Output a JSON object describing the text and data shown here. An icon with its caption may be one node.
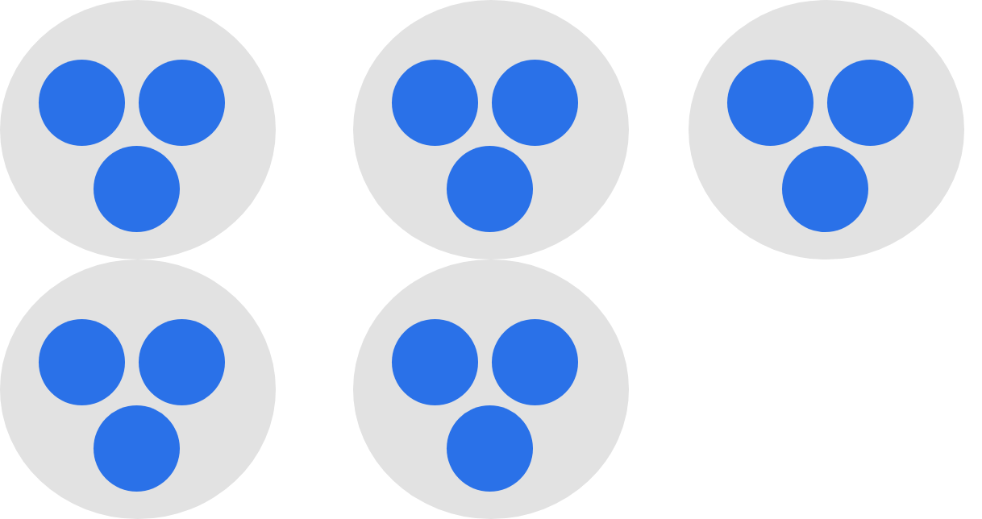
{
  "diagram": {
    "nodes": [
      {
        "text": [],
        "shape": "ellipse"
      },
      {
        "text": [],
        "shape": "circle",
        "in": 0
      },
      {
        "text": [],
        "shape": "circle",
        "in": 0
      },
      {
        "text": [],
        "shape": "circle",
        "in": 0
      },
      {
        "text": [],
        "shape": "ellipse"
      },
      {
        "text": [],
        "shape": "circle",
        "in": 4
      },
      {
        "text": [],
        "shape": "circle",
        "in": 4
      },
      {
        "text": [],
        "shape": "circle",
        "in": 4
      },
      {
        "text": [],
        "shape": "ellipse"
      },
      {
        "text": [],
        "shape": "circle",
        "in": 8
      },
      {
        "text": [],
        "shape": "circle",
        "in": 8
      },
      {
        "text": [],
        "shape": "circle",
        "in": 8
      },
      {
        "text": [],
        "shape": "ellipse"
      },
      {
        "text": [],
        "shape": "circle",
        "in": 12
      },
      {
        "text": [],
        "shape": "circle",
        "in": 12
      },
      {
        "text": [],
        "shape": "circle",
        "in": 12
      },
      {
        "text": [],
        "shape": "ellipse"
      },
      {
        "text": [],
        "shape": "circle",
        "in": 16
      },
      {
        "text": [],
        "shape": "circle",
        "in": 16
      },
      {
        "text": [],
        "shape": "circle",
        "in": 16
      }
    ]
  }
}
